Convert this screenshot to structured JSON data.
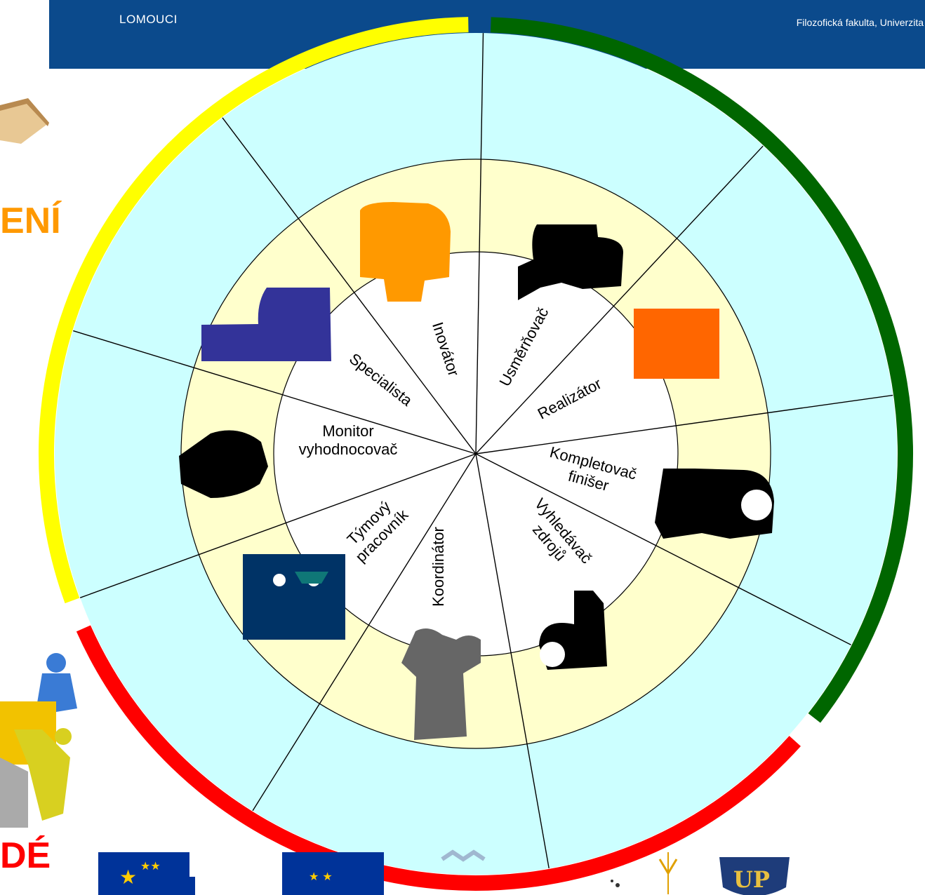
{
  "header": {
    "left_text": "LOMOUCI",
    "right_text": "Filozofická fakulta, Univerzita"
  },
  "side_words": {
    "top": "ENÍ",
    "bottom": "DÉ"
  },
  "roles": [
    {
      "label": "Inovátor"
    },
    {
      "label": "Usměrňovač"
    },
    {
      "label": "Realizátor"
    },
    {
      "label": "Kompletovač\nfinišer"
    },
    {
      "label": "Vyhledávač\nzdrojů"
    },
    {
      "label": "Koordinátor"
    },
    {
      "label": "Týmový\npracovník"
    },
    {
      "label": "Monitor\nvyhodnocovač"
    },
    {
      "label": "Specialista"
    }
  ],
  "colors": {
    "outer_ring": "#ccffff",
    "middle_ring": "#ffffcc",
    "inner_disc": "#ffffff",
    "arc_yellow": "#ffff00",
    "arc_green": "#006600",
    "arc_red": "#ff0000",
    "icon_inovator": "#ff9900",
    "icon_usmernovac": "#000000",
    "icon_realizator": "#ff6600",
    "icon_kompletovac": "#000000",
    "icon_vyhledavac": "#000000",
    "icon_koordinator": "#666666",
    "icon_tymovy": "#003366",
    "icon_monitor": "#000000",
    "icon_specialista": "#333399"
  }
}
